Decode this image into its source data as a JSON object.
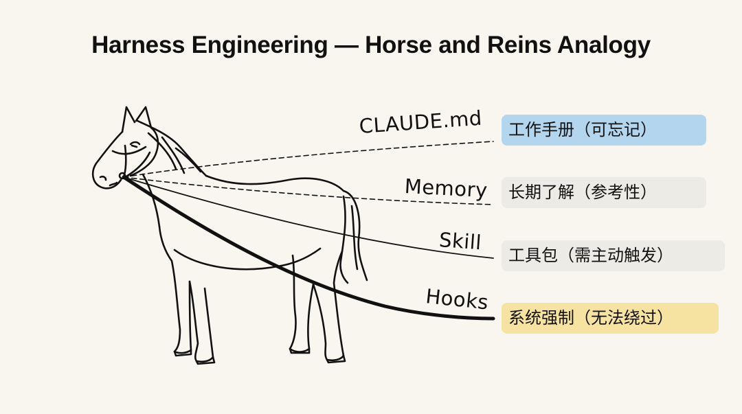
{
  "title": "Harness Engineering — Horse and Reins Analogy",
  "colors": {
    "background": "#f8f6ef",
    "claude_box": "#b3d5ee",
    "memory_box": "#ecebe6",
    "skill_box": "#ecebe6",
    "hooks_box": "#f7e3a1",
    "line": "#111111"
  },
  "reins": [
    {
      "label": "CLAUDE.md",
      "description": "工作手册（可忘记）",
      "style": "dashed",
      "highlight": "blue"
    },
    {
      "label": "Memory",
      "description": "长期了解（参考性）",
      "style": "dashed",
      "highlight": "gray"
    },
    {
      "label": "Skill",
      "description": "工具包（需主动触发）",
      "style": "thin solid",
      "highlight": "gray"
    },
    {
      "label": "Hooks",
      "description": "系统强制（无法绕过）",
      "style": "thick solid",
      "highlight": "yellow"
    }
  ]
}
